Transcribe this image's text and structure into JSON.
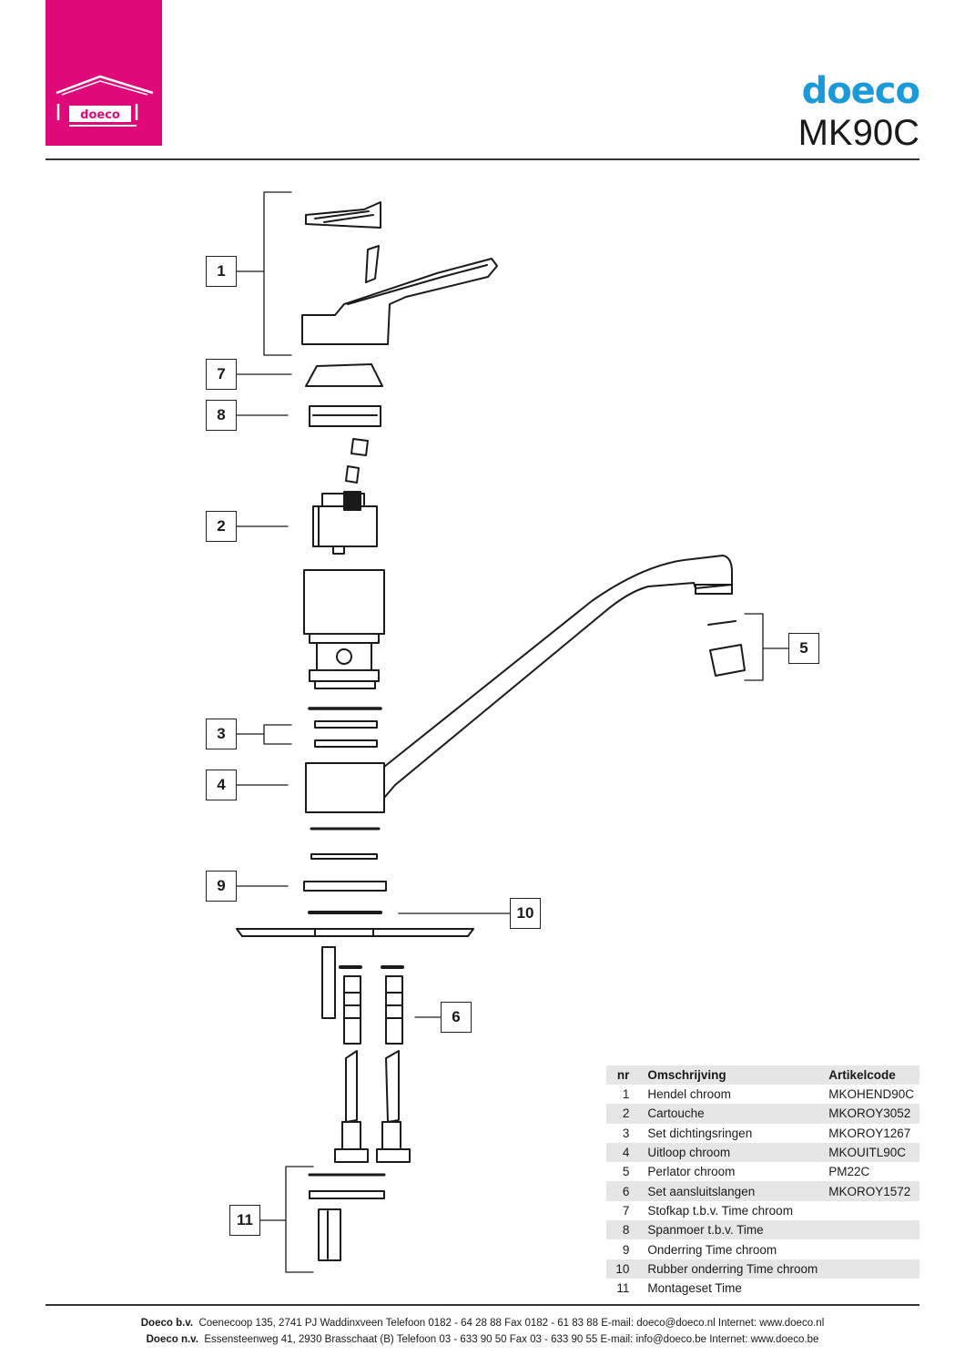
{
  "header": {
    "logo_text": "doeco",
    "brand": "doeco",
    "model": "MK90C",
    "brand_color": "#1a9ad9",
    "logo_bg_color": "#e0097a"
  },
  "callouts": [
    "1",
    "7",
    "8",
    "2",
    "5",
    "3",
    "4",
    "9",
    "10",
    "6",
    "11"
  ],
  "parts_table": {
    "headers": {
      "nr": "nr",
      "desc": "Omschrijving",
      "code": "Artikelcode"
    },
    "rows": [
      {
        "nr": "1",
        "desc": "Hendel chroom",
        "code": "MKOHEND90C"
      },
      {
        "nr": "2",
        "desc": "Cartouche",
        "code": "MKOROY3052"
      },
      {
        "nr": "3",
        "desc": "Set dichtingsringen",
        "code": "MKOROY1267"
      },
      {
        "nr": "4",
        "desc": "Uitloop chroom",
        "code": "MKOUITL90C"
      },
      {
        "nr": "5",
        "desc": "Perlator chroom",
        "code": "PM22C"
      },
      {
        "nr": "6",
        "desc": "Set aansluitslangen",
        "code": "MKOROY1572"
      },
      {
        "nr": "7",
        "desc": "Stofkap t.b.v. Time chroom",
        "code": ""
      },
      {
        "nr": "8",
        "desc": "Spanmoer t.b.v. Time",
        "code": ""
      },
      {
        "nr": "9",
        "desc": "Onderring Time chroom",
        "code": ""
      },
      {
        "nr": "10",
        "desc": "Rubber onderring Time chroom",
        "code": ""
      },
      {
        "nr": "11",
        "desc": "Montageset Time",
        "code": ""
      }
    ]
  },
  "footer": {
    "line1_company": "Doeco b.v.",
    "line1_text": "Coenecoop 135,   2741 PJ  Waddinxveen   Telefoon 0182 - 64 28 88   Fax 0182 - 61 83 88   E-mail: doeco@doeco.nl   Internet: www.doeco.nl",
    "line2_company": "Doeco n.v.",
    "line2_text": "Essensteenweg 41, 2930  Brasschaat (B)   Telefoon 03 - 633 90 50   Fax 03 - 633 90 55   E-mail: info@doeco.be   Internet: www.doeco.be"
  }
}
